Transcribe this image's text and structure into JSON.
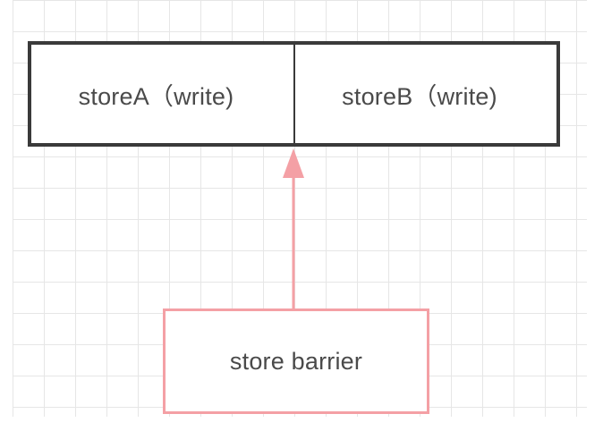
{
  "diagram": {
    "store_a_label": "storeA（write)",
    "store_b_label": "storeB（write)",
    "barrier_label": "store barrier"
  },
  "colors": {
    "grid": "#e6e6e6",
    "store_border": "#3a3a3a",
    "barrier_border": "#f4a0a5",
    "arrow": "#f4a0a5",
    "text": "#4a4a4a"
  }
}
